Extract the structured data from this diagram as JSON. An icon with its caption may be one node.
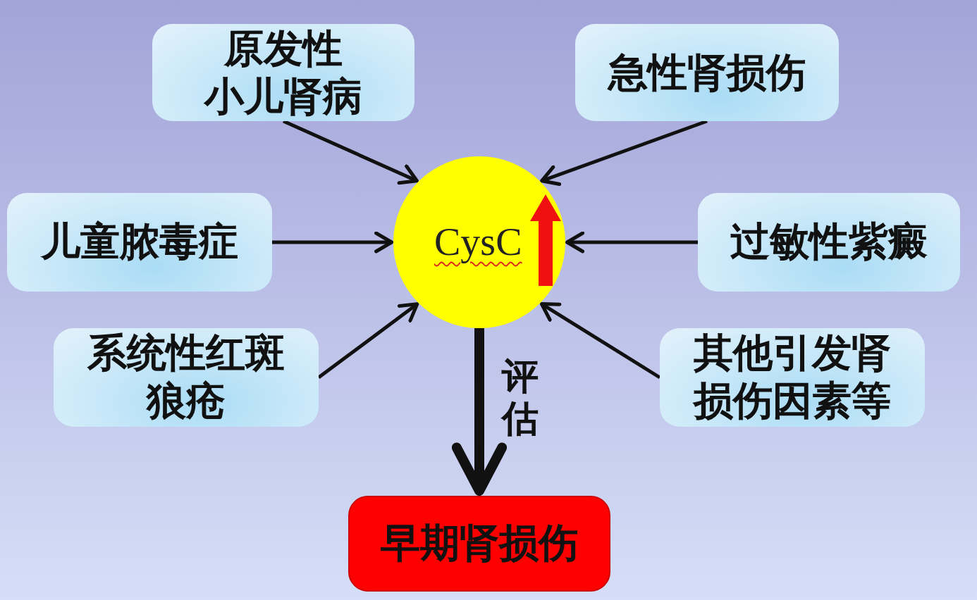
{
  "diagram": {
    "nodes": [
      {
        "text": [
          "原发性小儿肾病"
        ]
      },
      {
        "text": [
          "急性肾损伤"
        ]
      },
      {
        "text": [
          "儿童脓毒症"
        ]
      },
      {
        "text": [
          "CysC"
        ]
      },
      {
        "text": [
          "过敏性紫癜"
        ]
      },
      {
        "text": [
          "系统性红斑狼疮"
        ]
      },
      {
        "text": [
          "其他引发肾损伤因素等"
        ]
      },
      {
        "text": [
          "早期肾损伤"
        ]
      }
    ],
    "edges": [
      {
        "from": 0,
        "to": 3,
        "arrow": "to"
      },
      {
        "from": 1,
        "to": 3,
        "arrow": "to"
      },
      {
        "from": 2,
        "to": 3,
        "arrow": "to"
      },
      {
        "from": 4,
        "to": 3,
        "arrow": "to"
      },
      {
        "from": 5,
        "to": 3,
        "arrow": "to"
      },
      {
        "from": 6,
        "to": 3,
        "arrow": "to"
      },
      {
        "from": 3,
        "to": 7,
        "arrow": "to",
        "label": "评估",
        "style": "thick"
      }
    ]
  }
}
